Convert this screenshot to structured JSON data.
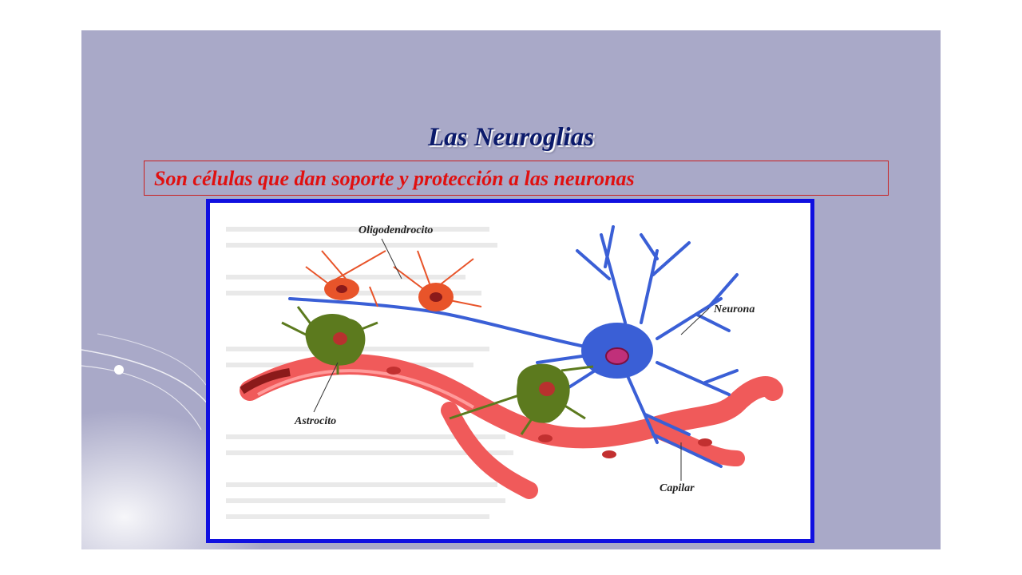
{
  "slide": {
    "title": "Las  Neuroglias",
    "subtitle": "Son células que dan soporte y protección a las neuronas"
  },
  "diagram": {
    "labels": {
      "oligodendrocyte": "Oligodendrocito",
      "neuron": "Neurona",
      "astrocyte": "Astrocito",
      "capillary": "Capilar"
    }
  },
  "colors": {
    "slide_background": "#a9a9c8",
    "title": "#0b1a6b",
    "subtitle": "#e01010",
    "frame_border": "#1010e0",
    "neuron": "#3a5fd6",
    "oligodendrocyte": "#e8542a",
    "astrocyte": "#5c7a1e",
    "capillary": "#f05a5a"
  }
}
